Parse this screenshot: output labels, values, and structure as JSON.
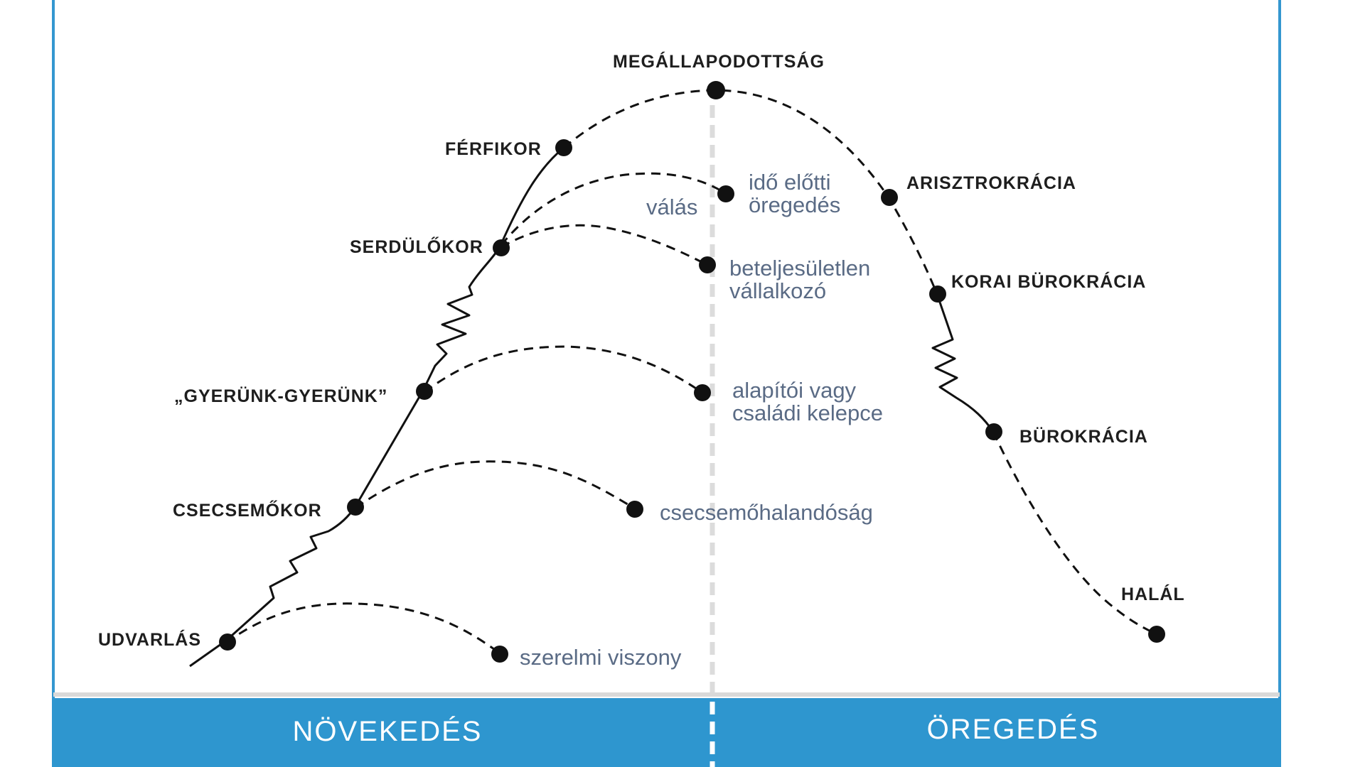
{
  "colors": {
    "frame": "#3497d0",
    "band": "#2e96cf",
    "divider": "#dcdcdc",
    "curve": "#111111",
    "stage_label": "#1e1e1e",
    "failure_label": "#5a6b85",
    "band_text": "#ffffff"
  },
  "stages": [
    {
      "id": "udvarlas",
      "label": "UDVARLÁS"
    },
    {
      "id": "csecsemokor",
      "label": "CSECSEMŐKOR"
    },
    {
      "id": "gyerunk",
      "label": "„GYERÜNK-GYERÜNK”"
    },
    {
      "id": "serdulokor",
      "label": "SERDÜLŐKOR"
    },
    {
      "id": "ferfikor",
      "label": "FÉRFIKOR"
    },
    {
      "id": "megallapodottsag",
      "label": "MEGÁLLAPODOTTSÁG"
    },
    {
      "id": "arisztokracia",
      "label": "ARISZTROKRÁCIA"
    },
    {
      "id": "korai_burokracia",
      "label": "KORAI BÜROKRÁCIA"
    },
    {
      "id": "burokracia",
      "label": "BÜROKRÁCIA"
    },
    {
      "id": "halal",
      "label": "HALÁL"
    }
  ],
  "failures": [
    {
      "id": "szerelmi_viszony",
      "lines": [
        "szerelmi viszony"
      ]
    },
    {
      "id": "csecsemohalandosag",
      "lines": [
        "csecsemőhalandóság"
      ]
    },
    {
      "id": "alapitoi_kelepce",
      "lines": [
        "alapítói vagy",
        "családi kelepce"
      ]
    },
    {
      "id": "beteljesuletlen",
      "lines": [
        "beteljesületlen",
        "vállalkozó"
      ]
    },
    {
      "id": "ido_elotti",
      "lines": [
        "idő előtti",
        "öregedés"
      ]
    },
    {
      "id": "valas",
      "lines": [
        "válás"
      ]
    }
  ],
  "band": {
    "left_label": "NÖVEKEDÉS",
    "right_label": "ÖREGEDÉS"
  }
}
